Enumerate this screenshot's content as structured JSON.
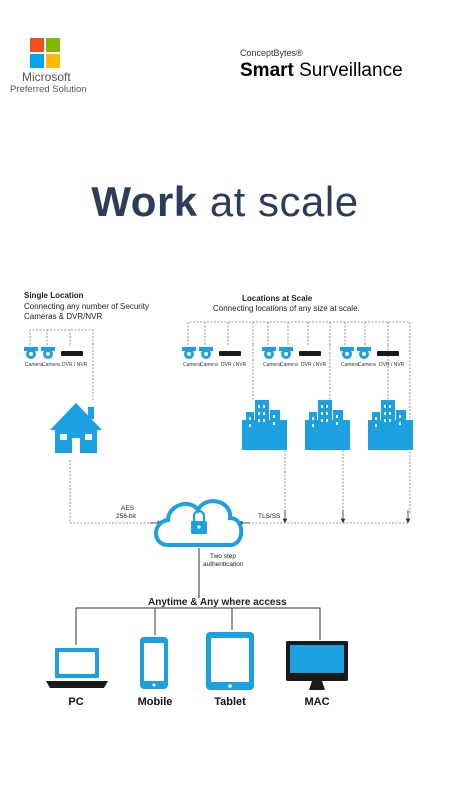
{
  "header": {
    "partner_name": "Microsoft",
    "partner_sub": "Preferred Solution",
    "brand_top": "ConceptBytes®",
    "brand_bold": "Smart",
    "brand_rest": " Surveillance",
    "logo_colors": [
      "#f25022",
      "#7fba00",
      "#00a4ef",
      "#ffb900"
    ]
  },
  "headline": {
    "bold": "Work",
    "rest": " at scale"
  },
  "diagram": {
    "single_location": {
      "title": "Single Location",
      "desc_line1": "Connecting any number of Security",
      "desc_line2": "Cameras & DVR/NVR",
      "devices": [
        "Camera",
        "Camera",
        "DVR / NVR"
      ]
    },
    "locations_scale": {
      "title": "Locations at Scale",
      "desc": "Connecting locations of any size at scale.",
      "devices": [
        "Camera",
        "Camera",
        "DVR / NVR"
      ]
    },
    "aes_line1": "AES",
    "aes_line2": "256-bit",
    "tls": "TLS/SS",
    "auth_line1": "Two step",
    "auth_line2": "authentication",
    "access": "Anytime & Any where  access",
    "endpoints": [
      {
        "label": "PC",
        "icon": "laptop-icon"
      },
      {
        "label": "Mobile",
        "icon": "mobile-phone-icon"
      },
      {
        "label": "Tablet",
        "icon": "tablet-icon"
      },
      {
        "label": "MAC",
        "icon": "imac-icon"
      }
    ],
    "colors": {
      "accent": "#1ba1e2",
      "line": "#555555",
      "dark": "#1a1a1a"
    }
  }
}
